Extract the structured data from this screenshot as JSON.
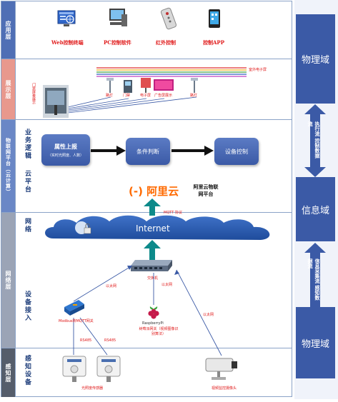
{
  "layers": {
    "app": "应用层",
    "display": "展示层",
    "platform": "物联网平台（云计算）",
    "network": "网络层",
    "perception": "感知层"
  },
  "app_items": [
    {
      "label": "Web控制终端",
      "icon": "monitor-icon"
    },
    {
      "label": "PC控制软件",
      "icon": "pc-icon"
    },
    {
      "label": "红外控制",
      "icon": "remote-icon"
    },
    {
      "label": "控制APP",
      "icon": "phone-icon"
    }
  ],
  "display": {
    "left_label": "门禁屏幕展示",
    "devices": [
      "路灯",
      "门禁",
      "电子屏",
      "广告屏展示",
      "路灯"
    ],
    "right_label": "室外电子屏"
  },
  "platform": {
    "stack_labels": [
      "业务逻辑",
      "云平台"
    ],
    "box1_title": "属性上报",
    "box1_sub": "（实时光照度、人数）",
    "box2": "条件判断",
    "box3": "设备控制",
    "cloud_logo_bracket": "(-)",
    "cloud_logo": "阿里云",
    "cloud_caption": "阿里云物联网平台"
  },
  "network": {
    "stack_label": "网络",
    "cloud": "Internet",
    "mqtt": "MQTT 协议",
    "switch_label": "交换机"
  },
  "access": {
    "stack_label": "设备接入",
    "gateway_label": "Modbus转MQTT网关",
    "raspberry_brand": "RaspberryPi",
    "raspberry_label": "树莓派网关（视频图像识别算法）",
    "ethernet": "以太网",
    "rs485": "RS485"
  },
  "perception": {
    "stack_label": "感知设备",
    "sensors_label": "光照度传感器",
    "camera_label": "视频监控摄像头"
  },
  "domains": {
    "top": "物理域",
    "middle": "信息域",
    "bottom": "物理域",
    "down_flow": "执行流 控制数据流",
    "up_flow": "信息采集流 感知数据流"
  },
  "colors": {
    "layer_fill": "#4f6fb5",
    "accent_red": "#e01919",
    "domain_blue": "#3b5aa6"
  }
}
